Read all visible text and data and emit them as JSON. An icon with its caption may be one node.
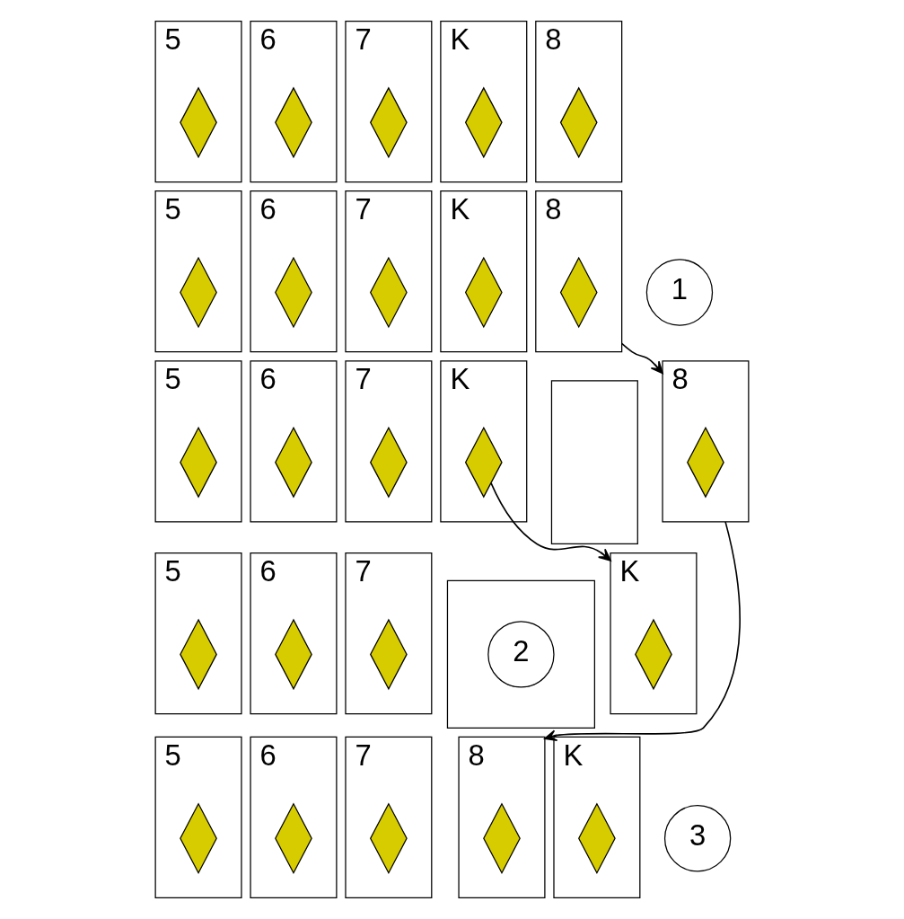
{
  "diagram": {
    "nodes": [
      {
        "text": [
          "5"
        ]
      },
      {
        "text": [],
        "shape": "diamond",
        "in": 0
      },
      {
        "text": [
          "6"
        ]
      },
      {
        "text": [],
        "shape": "diamond",
        "in": 2
      },
      {
        "text": [
          "7"
        ]
      },
      {
        "text": [],
        "shape": "diamond",
        "in": 4
      },
      {
        "text": [
          "K"
        ]
      },
      {
        "text": [],
        "shape": "diamond",
        "in": 6
      },
      {
        "text": [
          "8"
        ]
      },
      {
        "text": [],
        "shape": "diamond",
        "in": 8
      },
      {
        "text": [
          "5"
        ]
      },
      {
        "text": [],
        "shape": "diamond",
        "in": 10
      },
      {
        "text": [
          "6"
        ]
      },
      {
        "text": [],
        "shape": "diamond",
        "in": 12
      },
      {
        "text": [
          "7"
        ]
      },
      {
        "text": [],
        "shape": "diamond",
        "in": 14
      },
      {
        "text": [
          "K"
        ]
      },
      {
        "text": [],
        "shape": "diamond",
        "in": 16
      },
      {
        "text": [
          "8"
        ]
      },
      {
        "text": [],
        "shape": "diamond",
        "in": 18
      },
      {
        "text": [
          "1"
        ]
      },
      {
        "text": [
          "5"
        ]
      },
      {
        "text": [],
        "shape": "diamond",
        "in": 21
      },
      {
        "text": [
          "6"
        ]
      },
      {
        "text": [],
        "shape": "diamond",
        "in": 23
      },
      {
        "text": [
          "7"
        ]
      },
      {
        "text": [],
        "shape": "diamond",
        "in": 25
      },
      {
        "text": [
          "K"
        ]
      },
      {
        "text": [],
        "shape": "diamond",
        "in": 27
      },
      {
        "text": [],
        "shape": "box"
      },
      {
        "text": [
          "8"
        ]
      },
      {
        "text": [],
        "shape": "diamond",
        "in": 30
      },
      {
        "text": [
          "5"
        ]
      },
      {
        "text": [],
        "shape": "diamond",
        "in": 32
      },
      {
        "text": [
          "6"
        ]
      },
      {
        "text": [],
        "shape": "diamond",
        "in": 34
      },
      {
        "text": [
          "7"
        ]
      },
      {
        "text": [],
        "shape": "diamond",
        "in": 36
      },
      {
        "text": [],
        "shape": "box"
      },
      {
        "text": [
          "2"
        ],
        "in": 38
      },
      {
        "text": [
          "K"
        ]
      },
      {
        "text": [],
        "shape": "diamond",
        "in": 40
      },
      {
        "text": [
          "5"
        ]
      },
      {
        "text": [],
        "shape": "diamond",
        "in": 42
      },
      {
        "text": [
          "6"
        ]
      },
      {
        "text": [],
        "shape": "diamond",
        "in": 44
      },
      {
        "text": [
          "7"
        ]
      },
      {
        "text": [],
        "shape": "diamond",
        "in": 46
      },
      {
        "text": [
          "8"
        ]
      },
      {
        "text": [],
        "shape": "diamond",
        "in": 48
      },
      {
        "text": [
          "K"
        ]
      },
      {
        "text": [],
        "shape": "diamond",
        "in": 50
      },
      {
        "text": [
          "3"
        ]
      }
    ],
    "edges": [
      {
        "from": 18,
        "to": 30,
        "arrow": "to"
      },
      {
        "from": 28,
        "to": 40,
        "arrow": "to"
      },
      {
        "from": 30,
        "to": 48,
        "arrow": "to"
      }
    ]
  }
}
